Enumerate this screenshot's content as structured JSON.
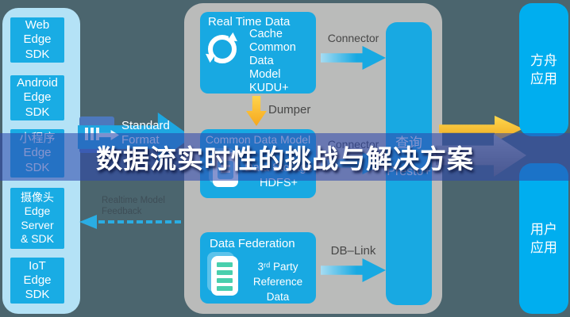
{
  "banner": {
    "title": "数据流实时性的挑战与解决方案"
  },
  "sidebar": {
    "items": [
      {
        "label": "Web\nEdge\nSDK"
      },
      {
        "label": "Android\nEdge\nSDK"
      },
      {
        "label": "小程序\nEdge\nSDK"
      },
      {
        "label": "摄像头\nEdge\nServer\n& SDK"
      },
      {
        "label": "IoT\nEdge\nSDK"
      }
    ]
  },
  "flow": {
    "standard_format_label": "Standard\nFormat",
    "feedback_label": "Realtime Model\nFeedback",
    "connector_top_label": "Connector",
    "dumper_label": "Dumper",
    "connector_mid_label": "Connector",
    "dblink_label": "DB–Link"
  },
  "panel": {
    "realtime_box": {
      "title": "Real Time Data",
      "lines": "Cache\nCommon\nData\nModel\nKUDU+",
      "icon": "refresh-cycle-icon"
    },
    "common_box": {
      "title": "Common Data Model",
      "lines": "Data Storage\nHDFS+",
      "icon": "data-storage-icon"
    },
    "federation_box": {
      "title": "Data Federation",
      "lines": "3ʳᵈ Party\nReference Data",
      "icon": "database-stack-icon"
    },
    "query_bar": {
      "line1": "查询",
      "line2": "Presto+"
    }
  },
  "apps": {
    "ark": "方舟\n应用",
    "user": "用户\n应用"
  },
  "colors": {
    "background": "#4b656e",
    "sidebar": "#b4e2f6",
    "panel": "#babbba",
    "accent_cyan": "#18a9e2",
    "app_cyan": "#00aeef",
    "banner_blue": "rgba(47,73,172,0.58)",
    "arrow_yellow": "#f9c521",
    "arrow_gray": "#8f8f8f"
  }
}
